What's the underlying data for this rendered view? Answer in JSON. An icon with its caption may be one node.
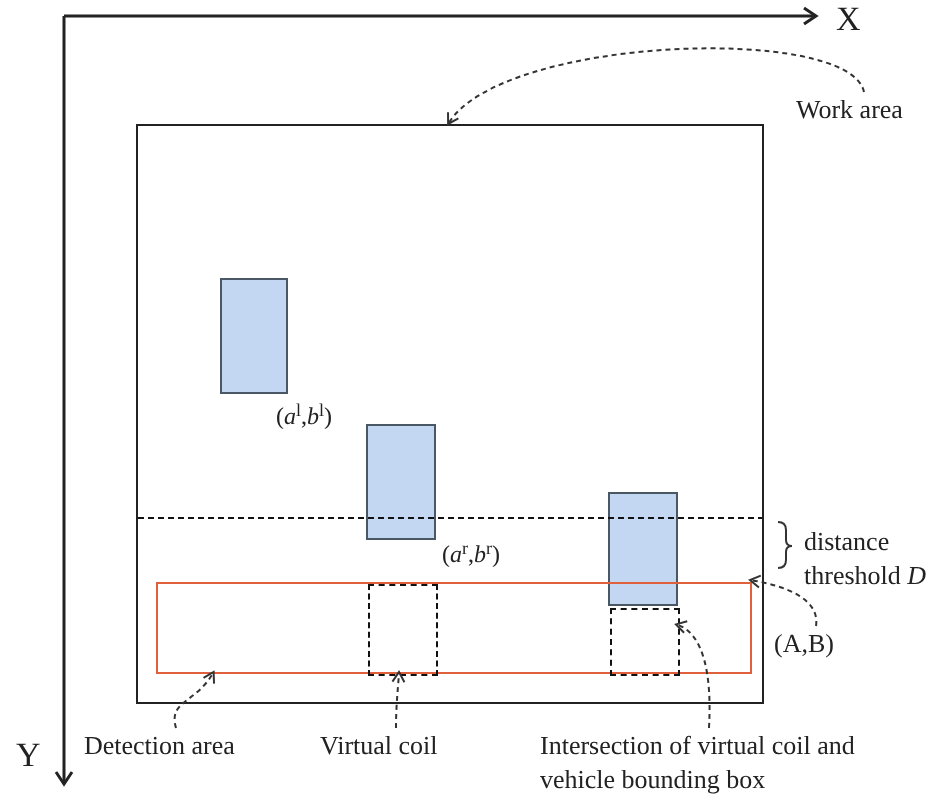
{
  "diagram": {
    "nodes": [
      {
        "text": [
          "Work area"
        ]
      },
      {
        "text": [],
        "shape": "box"
      },
      {
        "text": [],
        "shape": "box",
        "in": 1,
        "beside": [
          "(*a*$^{l}$,*b*$^{l}$)"
        ]
      },
      {
        "text": [],
        "shape": "box",
        "in": 1,
        "beside": [
          "(*a*$^{r}$,*b*$^{r}$)"
        ]
      },
      {
        "text": [],
        "shape": "box",
        "in": 1
      },
      {
        "text": [],
        "shape": "box",
        "in": 1
      },
      {
        "text": [],
        "shape": "box",
        "in": 5
      },
      {
        "text": [],
        "shape": "box",
        "in": 5
      },
      {
        "text": [
          "Detection area"
        ]
      },
      {
        "text": [
          "Virtual coil"
        ]
      },
      {
        "text": [
          "Intersection of virtual coil and vehicle bounding box"
        ]
      },
      {
        "text": [
          "(A,B)"
        ]
      }
    ],
    "edges": [
      {
        "from": 0,
        "to": 1,
        "arrow": "to",
        "style": "dashed"
      },
      {
        "from": 8,
        "to": 5,
        "arrow": "to",
        "style": "dashed"
      },
      {
        "from": 9,
        "to": 6,
        "arrow": "to",
        "style": "dashed"
      },
      {
        "from": 10,
        "to": 7,
        "arrow": "to",
        "style": "dashed"
      },
      {
        "from": 11,
        "to": 5,
        "arrow": "to",
        "style": "dashed"
      }
    ],
    "labels": [
      "X",
      "Y",
      "distance threshold *D*"
    ]
  }
}
